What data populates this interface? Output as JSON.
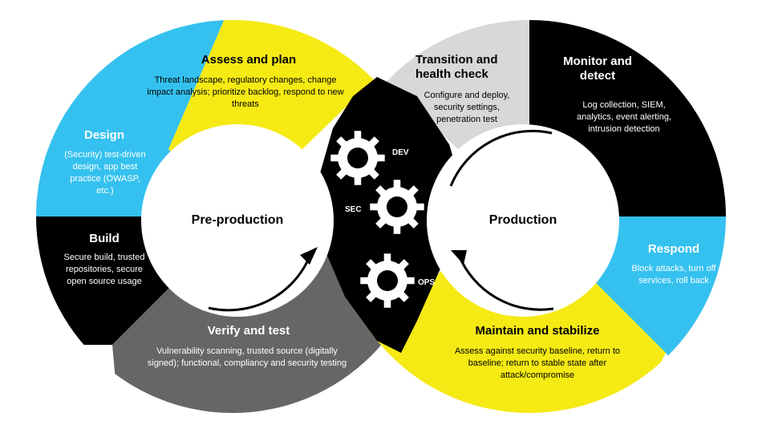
{
  "colors": {
    "yellow": "#f5ea14",
    "cyan": "#35c1ef",
    "black": "#000000",
    "gray": "#666666",
    "light_gray": "#d8d8d8",
    "white": "#ffffff"
  },
  "preproduction": {
    "center_label": "Pre-production",
    "assess": {
      "title": "Assess and plan",
      "desc": "Threat landscape, regulatory changes, change impact analysis; prioritize backlog, respond to new threats"
    },
    "design": {
      "title": "Design",
      "desc": "(Security) test-driven design, app best practice (OWASP, etc.)"
    },
    "build": {
      "title": "Build",
      "desc": "Secure build, trusted repositories, secure open source usage"
    },
    "verify": {
      "title": "Verify and test",
      "desc": "Vulnerability scanning, trusted source (digitally signed); functional, compliancy and security testing"
    }
  },
  "production": {
    "center_label": "Production",
    "transition": {
      "title": "Transition and health check",
      "desc": "Configure and deploy, security settings, penetration test"
    },
    "monitor": {
      "title": "Monitor and detect",
      "desc": "Log collection, SIEM, analytics, event alerting, intrusion detection"
    },
    "respond": {
      "title": "Respond",
      "desc": "Block attacks, turn off services, roll back"
    },
    "maintain": {
      "title": "Maintain and stabilize",
      "desc": "Assess against security baseline, return to baseline; return to stable state after attack/compromise"
    }
  },
  "gears": {
    "dev": "DEV",
    "sec": "SEC",
    "ops": "OPS"
  }
}
